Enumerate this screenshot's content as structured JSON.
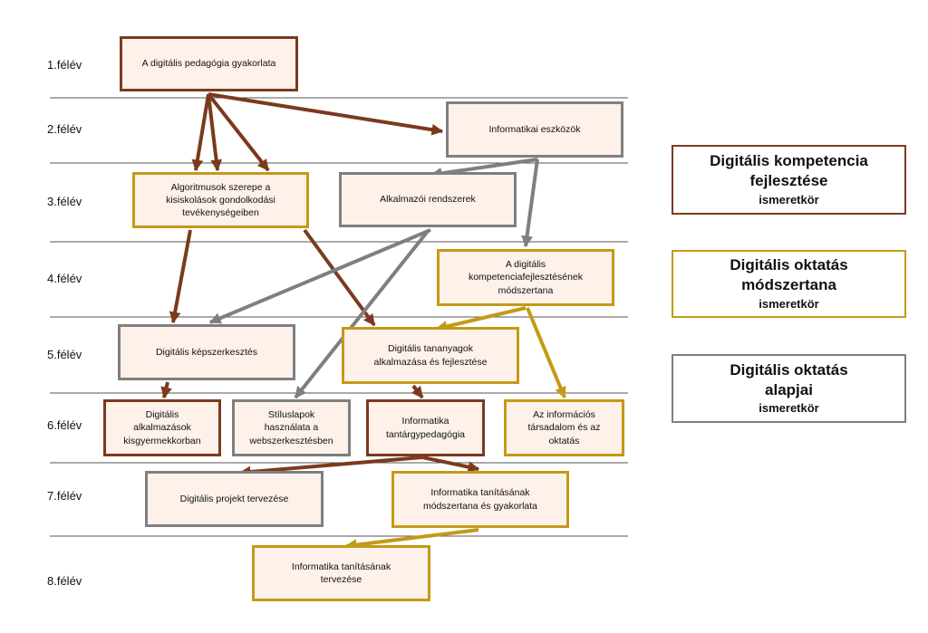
{
  "semesters": [
    "1.félév",
    "2.félév",
    "3.félév",
    "4.félév",
    "5.félév",
    "6.félév",
    "7.félév",
    "8.félév"
  ],
  "colors": {
    "brown": "#7b3a1d",
    "gold": "#c49a16",
    "gray": "#7f7f7f",
    "fill": "#fdf1ea"
  },
  "nodes": {
    "n1": {
      "label": "A digitális pedagógia gyakorlata",
      "category": "brown"
    },
    "n2": {
      "label": "Informatikai eszközök",
      "category": "gray"
    },
    "n3": {
      "label": "Algoritmusok szerepe a\nkisiskolások gondolkodási\ntevékenységeiben",
      "category": "gold"
    },
    "n4": {
      "label": "Alkalmazói rendszerek",
      "category": "gray"
    },
    "n5": {
      "label": "A digitális\nkompetenciafejlesztésének\nmódszertana",
      "category": "gold"
    },
    "n6": {
      "label": "Digitális képszerkesztés",
      "category": "gray"
    },
    "n7": {
      "label": "Digitális tananyagok\nalkalmazása és fejlesztése",
      "category": "gold"
    },
    "n8": {
      "label": "Digitális\nalkalmazások\nkisgyermekkorban",
      "category": "brown"
    },
    "n9": {
      "label": "Stíluslapok\nhasználata a\nwebszerkesztésben",
      "category": "gray"
    },
    "n10": {
      "label": "Informatika\ntantárgypedagógia",
      "category": "brown"
    },
    "n11": {
      "label": "Az információs\ntársadalom és az\noktatás",
      "category": "gold"
    },
    "n12": {
      "label": "Digitális projekt tervezése",
      "category": "gray"
    },
    "n13": {
      "label": "Informatika tanításának\nmódszertana és gyakorlata",
      "category": "gold"
    },
    "n14": {
      "label": "Informatika tanításának\ntervezése",
      "category": "gold"
    }
  },
  "edges": [
    {
      "from": "n1",
      "to": "n2",
      "color": "brown"
    },
    {
      "from": "n1",
      "to": "n3",
      "color": "brown"
    },
    {
      "from": "n1",
      "to": "n3",
      "color": "brown"
    },
    {
      "from": "n1",
      "to": "n3",
      "color": "brown"
    },
    {
      "from": "n2",
      "to": "n4",
      "color": "gray"
    },
    {
      "from": "n2",
      "to": "n5",
      "color": "gray"
    },
    {
      "from": "n3",
      "to": "n6",
      "color": "brown"
    },
    {
      "from": "n3",
      "to": "n7",
      "color": "brown"
    },
    {
      "from": "n4",
      "to": "n6",
      "color": "gray"
    },
    {
      "from": "n4",
      "to": "n9",
      "color": "gray"
    },
    {
      "from": "n5",
      "to": "n7",
      "color": "gold"
    },
    {
      "from": "n5",
      "to": "n11",
      "color": "gold"
    },
    {
      "from": "n6",
      "to": "n8",
      "color": "brown"
    },
    {
      "from": "n7",
      "to": "n10",
      "color": "brown"
    },
    {
      "from": "n10",
      "to": "n12",
      "color": "brown"
    },
    {
      "from": "n10",
      "to": "n13",
      "color": "brown"
    },
    {
      "from": "n13",
      "to": "n14",
      "color": "gold"
    }
  ],
  "legend": [
    {
      "title": "Digitális kompetencia\nfejlesztése",
      "subtitle": "ismeretkör",
      "category": "brown"
    },
    {
      "title": "Digitális oktatás\nmódszertana",
      "subtitle": "ismeretkör",
      "category": "gold"
    },
    {
      "title": "Digitális oktatás\nalapjai",
      "subtitle": "ismeretkör",
      "category": "gray"
    }
  ]
}
